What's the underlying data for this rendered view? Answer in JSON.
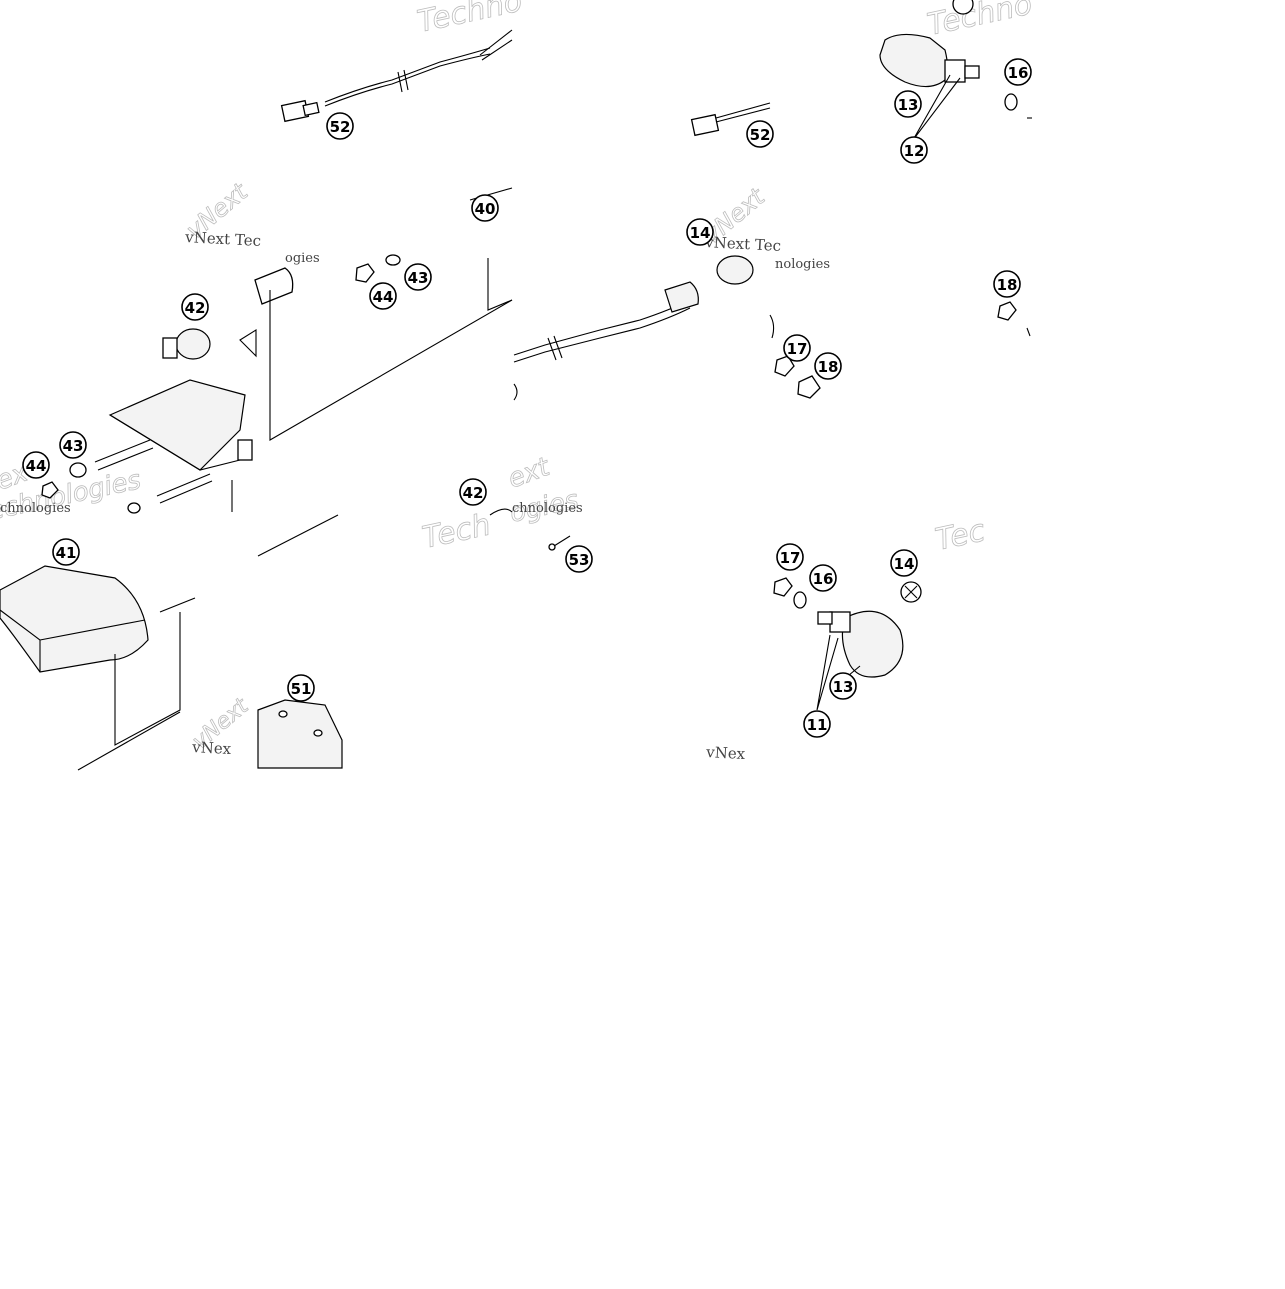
{
  "diagram": {
    "labels": {
      "tl_52": "52",
      "tl_40": "40",
      "tl_42": "42",
      "tl_43": "43",
      "tl_44": "44",
      "ml_43": "43",
      "ml_44": "44",
      "ml_42": "42",
      "tr_13": "13",
      "tr_12": "12",
      "tr_16": "16",
      "tr_52": "52",
      "mr_14": "14",
      "mr_17": "17",
      "mr_18": "18",
      "mr_18b": "18",
      "bl_41": "41",
      "bl_51": "51",
      "br_53": "53",
      "br_17": "17",
      "br_16": "16",
      "br_14": "14",
      "br_13": "13",
      "br_11": "11"
    },
    "watermarks": {
      "brand_full": "vNext Technologies",
      "brand_prefix": "vNext",
      "brand_suffix": "Technologies",
      "brand_vnext_tec": "vNext Tec",
      "brand_ogies": "ogies",
      "brand_nologies": "nologies",
      "brand_techno": "Techno",
      "brand_tech": "Tech",
      "brand_tec": "Tec",
      "brand_vnex": "vNex",
      "brand_ext": "ext",
      "brand_chnologies": "chnologies",
      "brand_echnologies": "echnologies"
    }
  }
}
